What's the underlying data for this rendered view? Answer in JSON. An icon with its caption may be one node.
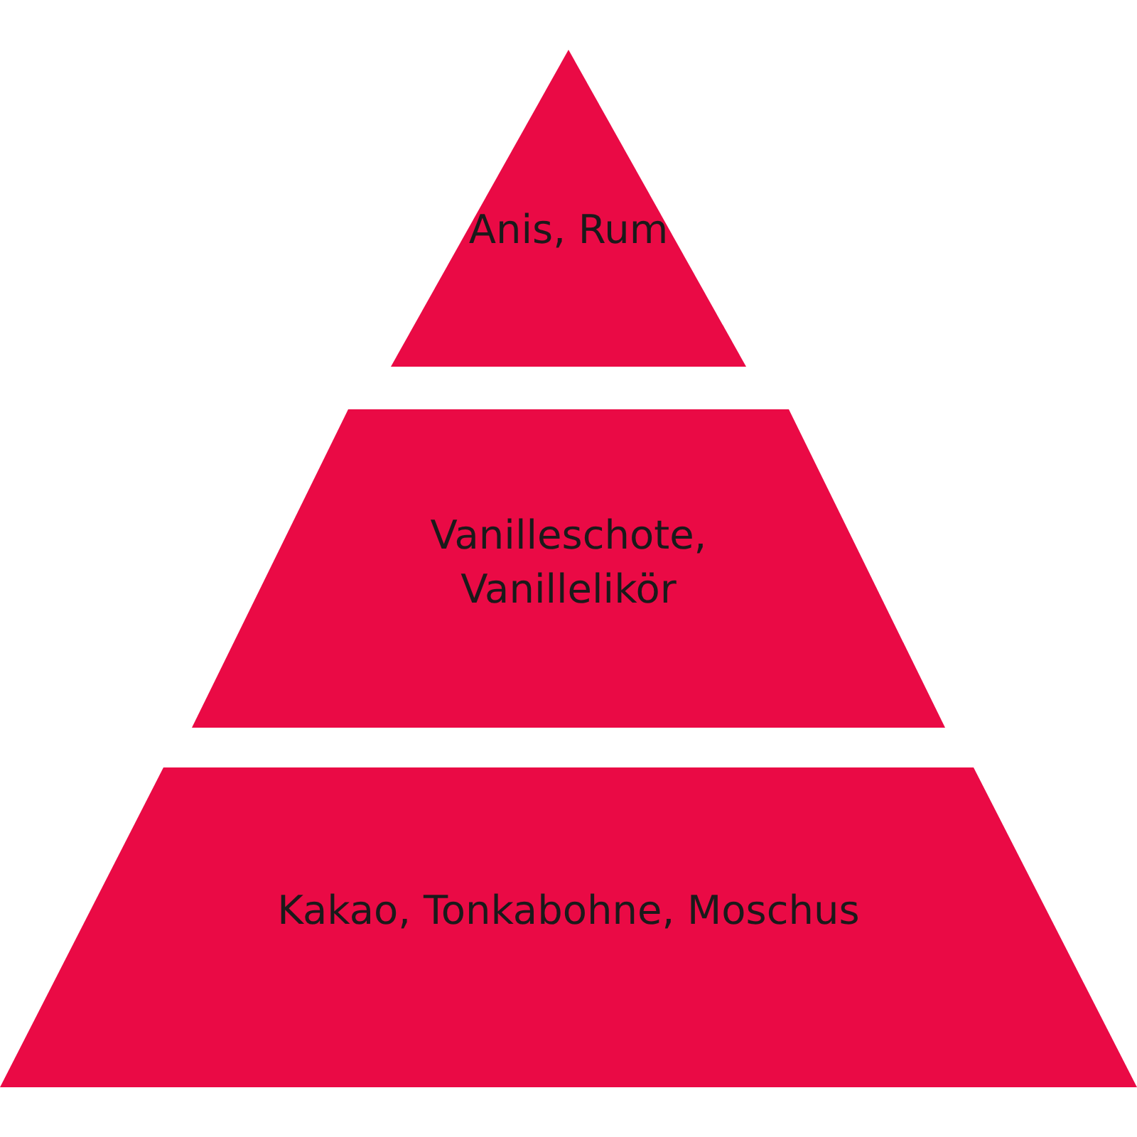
{
  "diagram": {
    "nodes": [
      {
        "text": [
          "Anis, Rum"
        ]
      },
      {
        "text": [
          "Vanilleschote, Vanillelikör"
        ]
      },
      {
        "text": [
          "Kakao, Tonkabohne, Moschus"
        ]
      }
    ]
  }
}
